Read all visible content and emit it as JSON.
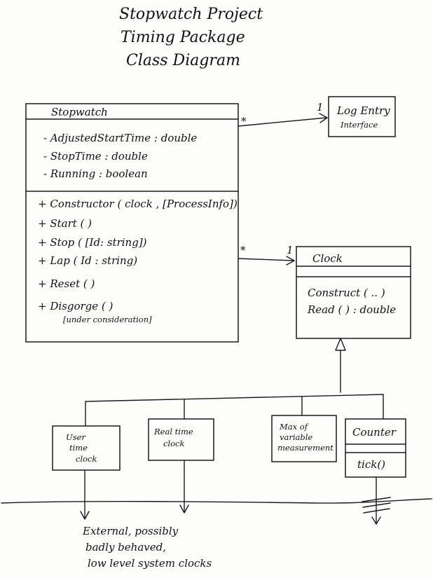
{
  "title": {
    "line1": "Stopwatch Project",
    "line2": "Timing Package",
    "line3": "Class Diagram"
  },
  "stopwatch": {
    "name": "Stopwatch",
    "attributes": [
      "- AdjustedStartTime : double",
      "- StopTime : double",
      "- Running : boolean"
    ],
    "operations": [
      "+ Constructor ( clock , [ProcessInfo])",
      "+ Start ( )",
      "+ Stop ( [Id: string])",
      "+ Lap ( Id : string)",
      "+ Reset ( )",
      "+ Disgorge ( )"
    ],
    "note": "[under consideration]"
  },
  "log_entry": {
    "line1": "Log Entry",
    "line2": "Interface"
  },
  "clock": {
    "name": "Clock",
    "operations": [
      "Construct ( .. )",
      "Read ( ) : double"
    ]
  },
  "assoc": {
    "log_src_mult": "*",
    "log_dst_mult": "1",
    "clock_src_mult": "*",
    "clock_dst_mult": "1"
  },
  "subclasses": {
    "user_time": [
      "User",
      "time",
      "clock"
    ],
    "real_time": [
      "Real time",
      "clock"
    ],
    "max_var": [
      "Max of",
      "variable",
      "measurement"
    ],
    "counter": {
      "name": "Counter",
      "operation": "tick()"
    }
  },
  "external_note": [
    "External, possibly",
    "badly behaved,",
    "low level system clocks"
  ]
}
